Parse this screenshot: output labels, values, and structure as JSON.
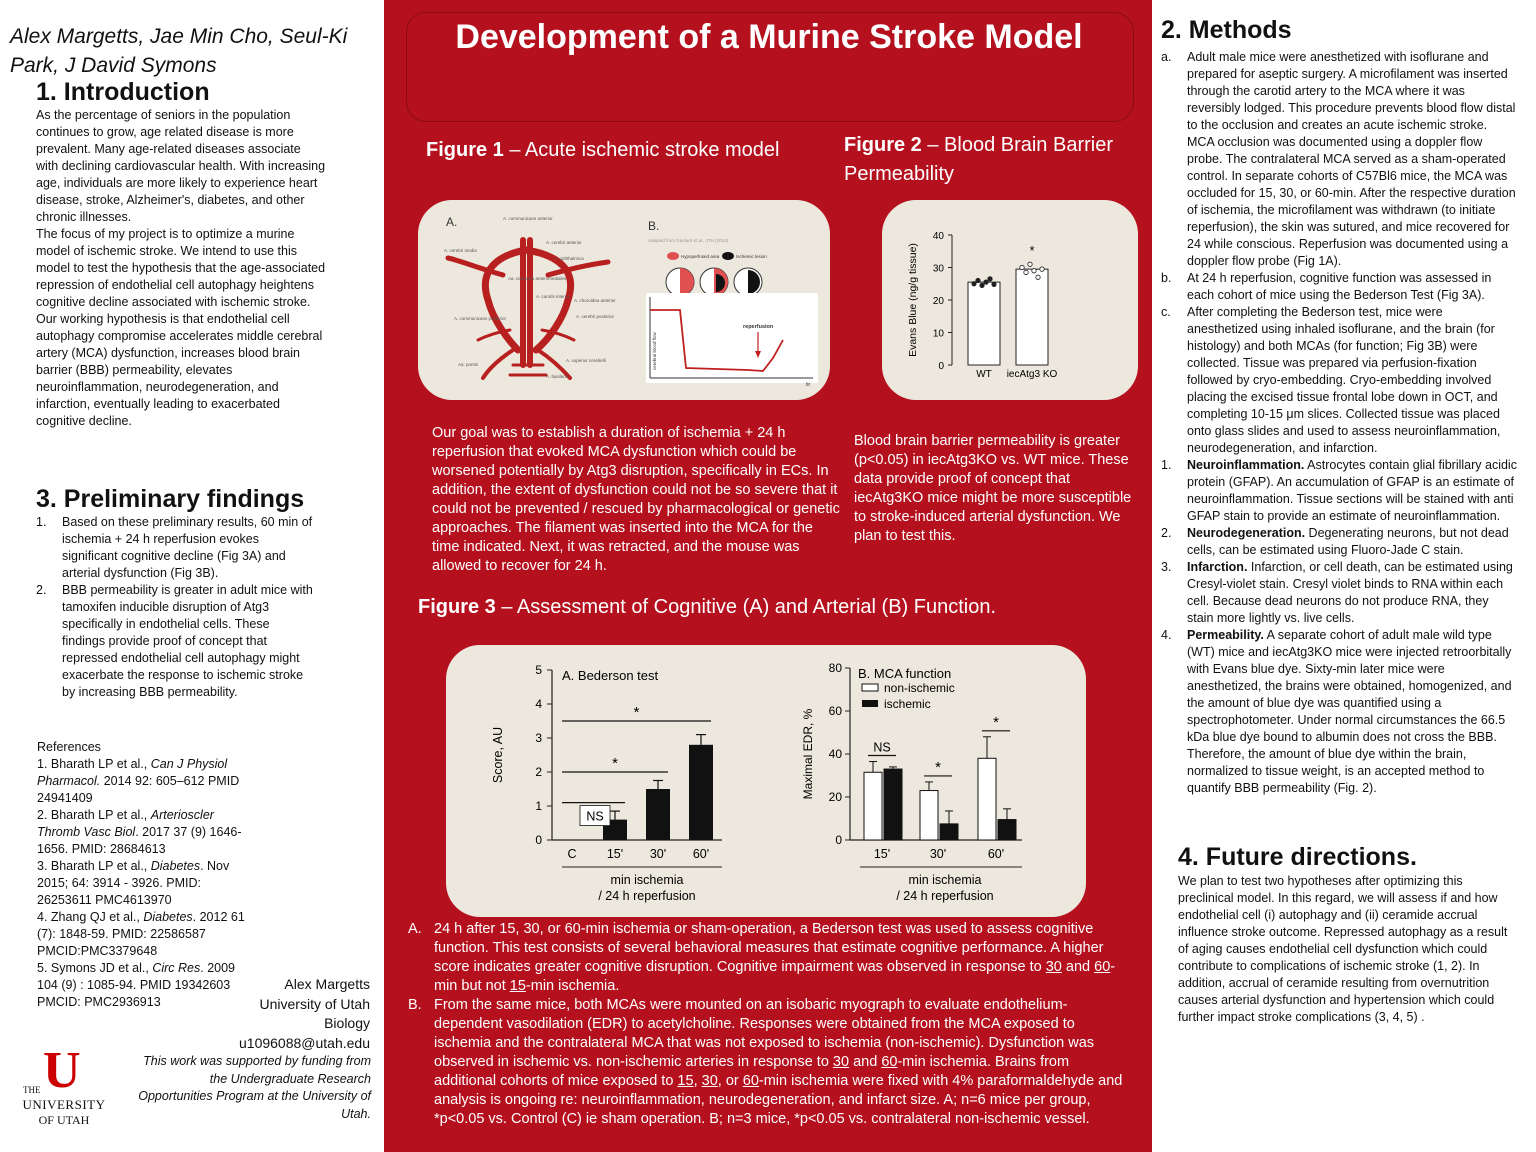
{
  "left": {
    "authors": "Alex Margetts, Jae Min Cho, Seul-Ki Park, J David Symons",
    "intro_heading": "1. Introduction",
    "intro_p1": "As the percentage of seniors in the population continues to grow, age related disease is more prevalent. Many age-related diseases associate with declining cardiovascular health. With increasing age, individuals are more likely to experience heart disease, stroke, Alzheimer's, diabetes, and other chronic illnesses.",
    "intro_p2": "The focus of my project is to optimize a murine model of ischemic stroke. We intend to use this model to test the hypothesis that the age-associated repression of endothelial cell autophagy heightens cognitive decline associated with ischemic stroke. Our working hypothesis is that endothelial cell autophagy compromise accelerates middle cerebral artery (MCA) dysfunction, increases blood brain barrier (BBB) permeability, elevates neuroinflammation, neurodegeneration, and infarction, eventually leading to exacerbated cognitive decline.",
    "prelim_heading": "3. Preliminary findings",
    "prelim_items": [
      {
        "marker": "1.",
        "text": "Based on these preliminary results,  60 min of ischemia + 24 h reperfusion evokes significant cognitive decline (Fig 3A) and arterial dysfunction (Fig 3B)."
      },
      {
        "marker": "2.",
        "text": "BBB permeability is greater in adult mice with tamoxifen inducible disruption of Atg3 specifically in endothelial cells. These findings provide proof of concept that repressed endothelial cell autophagy might exacerbate the response to ischemic stroke by increasing BBB permeability."
      }
    ],
    "refs_heading": "References",
    "refs": [
      {
        "pre": "1. Bharath LP et al., ",
        "it": "Can J Physiol Pharmacol.",
        "post": " 2014 92:  605–612 PMID 24941409"
      },
      {
        "pre": "2. Bharath LP et al., ",
        "it": "Arterioscler Thromb Vasc Biol",
        "post": ". 2017 37 (9) 1646-1656. PMID: 28684613"
      },
      {
        "pre": "3. Bharath LP et al., ",
        "it": "Diabetes",
        "post": ".  Nov 2015; 64: 3914 - 3926. PMID: 26253611 PMC4613970"
      },
      {
        "pre": "4. Zhang QJ et al., ",
        "it": "Diabetes",
        "post": ". 2012 61 (7): 1848-59. PMID: 22586587 PMCID:PMC3379648"
      },
      {
        "pre": "5. Symons JD et al., ",
        "it": "Circ Res",
        "post": ". 2009 104 (9) : 1085-94. PMID 19342603 PMCID: PMC2936913"
      }
    ],
    "contact": [
      "Alex Margetts",
      "University of Utah",
      "Biology",
      "u1096088@utah.edu"
    ],
    "funding": "This work was supported by funding from the Undergraduate Research Opportunities Program at the University of Utah.",
    "logo": {
      "letter": "U",
      "line1": "THE",
      "line2": "UNIVERSITY",
      "line3": "OF UTAH",
      "color": "#cc0000"
    }
  },
  "center": {
    "title": "Development of a Murine Stroke Model",
    "fig1_bold": "Figure 1",
    "fig1_rest": " – Acute ischemic stroke model",
    "fig2_bold": "Figure 2",
    "fig2_rest": " – Blood Brain Barrier Permeability",
    "fig1_panelA": "A.",
    "fig1_panelB": "B.",
    "fig1_adapted": "Adapted from Gaulard et al., JTH (2014)",
    "fig1_legend1": "Hypoperfused area",
    "fig1_legend2": "Ischemic lesion",
    "fig1_reperfusion": "reperfusion",
    "fig1_yaxis": "cerebral blood flow",
    "fig1_xaxis": "tir",
    "fig1_anatomy": [
      "A. communicans anterior",
      "A. cerebri media",
      "A. cerebri anterior",
      "A. ophthalmica",
      "Aa. centrales anteromediales",
      "A. carotis interna",
      "A. choroidea anterior",
      "A. communicans posterior",
      "A. cerebri posterior",
      "Aa. pontis",
      "A. superior cerebelli",
      "A. basilaris"
    ],
    "fig1_text": "Our goal was to establish a duration of ischemia + 24 h reperfusion that evoked MCA dysfunction which could be worsened potentially by Atg3 disruption, specifically in ECs. In addition, the extent of dysfunction could not be so severe that it could not be prevented / rescued by pharmacological or genetic approaches. The filament was inserted into the MCA for the time indicated. Next, it was retracted, and the mouse was allowed to recover for 24 h.",
    "fig2_text": "Blood brain barrier permeability is greater (p<0.05) in iecAtg3KO vs. WT mice. These data provide proof of concept that iecAtg3KO mice might be more susceptible to stroke-induced arterial dysfunction. We plan to test this.",
    "fig3_bold": "Figure 3",
    "fig3_rest": " – Assessment of Cognitive (A) and Arterial (B) Function.",
    "fig3_textA": {
      "marker": "A.",
      "parts": [
        {
          "t": "24 h after 15, 30, or 60-min ischemia or sham-operation, a Bederson test was used to assess cognitive function. This test consists of several  behavioral measures that estimate cognitive performance. A higher score indicates greater cognitive disruption. Cognitive impairment was observed in response to ",
          "u": false
        },
        {
          "t": "30",
          "u": true
        },
        {
          "t": " and ",
          "u": false
        },
        {
          "t": "60",
          "u": true
        },
        {
          "t": "-min but not ",
          "u": false
        },
        {
          "t": "15",
          "u": true
        },
        {
          "t": "-min ischemia.",
          "u": false
        }
      ]
    },
    "fig3_textB": {
      "marker": "B.",
      "parts": [
        {
          "t": "From the same mice, both MCAs were mounted on an isobaric myograph to evaluate endothelium-dependent vasodilation (EDR) to acetylcholine. Responses were obtained from the MCA exposed to ischemia and the contralateral MCA that was not exposed to ischemia (non-ischemic). Dysfunction was observed in ischemic vs. non-ischemic arteries in response to ",
          "u": false
        },
        {
          "t": "30",
          "u": true
        },
        {
          "t": " and ",
          "u": false
        },
        {
          "t": "60",
          "u": true
        },
        {
          "t": "-min ischemia. Brains from additional cohorts of mice exposed to ",
          "u": false
        },
        {
          "t": "15",
          "u": true
        },
        {
          "t": ", ",
          "u": false
        },
        {
          "t": "30",
          "u": true
        },
        {
          "t": ", or ",
          "u": false
        },
        {
          "t": "60",
          "u": true
        },
        {
          "t": "-min ischemia were fixed with 4% paraformaldehyde and analysis is ongoing re: neuroinflammation, neurodegeneration, and infarct size. A; n=6 mice per group, *p<0.05 vs. Control (C) ie sham operation. B; n=3 mice, *p<0.05 vs. contralateral non-ischemic vessel.",
          "u": false
        }
      ]
    }
  },
  "right": {
    "methods_heading": "2. Methods",
    "methods_items": [
      {
        "marker": "a.",
        "bold": "",
        "text": "Adult male mice were anesthetized with isoflurane and prepared for aseptic surgery. A microfilament was inserted through the carotid artery to the MCA where it was reversibly lodged. This procedure prevents blood flow distal to the occlusion and creates an acute ischemic stroke. MCA occlusion was documented using a doppler flow probe. The contralateral MCA served as a sham-operated control. In separate cohorts of C57Bl6 mice, the MCA was occluded for 15, 30, or 60-min. After the respective duration of ischemia, the microfilament was withdrawn (to initiate reperfusion), the skin was sutured, and mice recovered for 24 while conscious. Reperfusion was documented using a doppler flow probe (Fig 1A)."
      },
      {
        "marker": "b.",
        "bold": "",
        "text": "At 24 h reperfusion, cognitive function was assessed in each cohort of mice using the Bederson Test (Fig 3A)."
      },
      {
        "marker": "c.",
        "bold": "",
        "text": "After completing the Bederson test, mice were anesthetized using inhaled isoflurane, and the brain (for histology) and both MCAs (for function; Fig 3B) were collected. Tissue was prepared via perfusion-fixation followed by cryo-embedding. Cryo-embedding involved placing the excised tissue frontal lobe down in OCT, and completing 10-15 μm slices. Collected tissue was placed onto glass slides and used to assess neuroinflammation, neurodegeneration, and infarction."
      },
      {
        "marker": "1.",
        "bold": "Neuroinflammation.",
        "text": " Astrocytes contain glial fibrillary acidic protein (GFAP). An accumulation of GFAP is an estimate of neuroinflammation. Tissue sections will be stained with anti GFAP stain to provide an estimate of neuroinflammation."
      },
      {
        "marker": "2.",
        "bold": "Neurodegeneration.",
        "text": " Degenerating neurons, but not dead cells, can be estimated using Fluoro-Jade C stain."
      },
      {
        "marker": "3.",
        "bold": "Infarction.",
        "text": "  Infarction, or cell death, can be estimated using Cresyl-violet stain. Cresyl violet binds to RNA within each cell. Because dead neurons do not produce RNA, they stain more lightly vs. live cells."
      },
      {
        "marker": "4.",
        "bold": "Permeability.",
        "text": " A separate cohort of adult male wild type (WT) mice and iecAtg3KO mice were injected retroorbitally with Evans blue dye. Sixty-min later mice were anesthetized, the brains were obtained, homogenized, and the amount of blue dye was quantified using a spectrophotometer. Under normal circumstances the 66.5 kDa blue dye bound to albumin does not cross the BBB. Therefore, the amount of blue dye within the brain, normalized to tissue weight, is an accepted method to quantify BBB permeability (Fig. 2)."
      }
    ],
    "future_heading": "4. Future directions.",
    "future_text": "We plan to test two hypotheses after optimizing this preclinical model. In this regard, we will assess if and how endothelial cell (i) autophagy and (ii) ceramide accrual influence stroke outcome. Repressed autophagy as a result of aging causes endothelial cell dysfunction which could contribute to complications of ischemic stroke (1, 2). In addition, accrual of ceramide resulting from overnutrition causes arterial dysfunction and hypertension which could further impact stroke complications (3, 4, 5) ."
  },
  "chart_data": [
    {
      "type": "bar",
      "id": "fig2",
      "ylabel": "Evans Blue (ng/g tissue)",
      "ylim": [
        0,
        40
      ],
      "yticks": [
        0,
        10,
        20,
        30,
        40
      ],
      "categories": [
        "WT",
        "iecAtg3 KO"
      ],
      "values": [
        25.5,
        29.5
      ],
      "points": [
        [
          25,
          26,
          24.5,
          25.5,
          26.5,
          24.8
        ],
        [
          30,
          28.5,
          31,
          29,
          27,
          29.5
        ]
      ],
      "annotations": [
        {
          "category": "iecAtg3 KO",
          "text": "*"
        }
      ]
    },
    {
      "type": "bar",
      "id": "fig3a",
      "title": "A. Bederson test",
      "ylabel": "Score, AU",
      "xlabel": "min ischemia / 24 h reperfusion",
      "xlabel_lines": [
        "min ischemia",
        "/ 24 h reperfusion"
      ],
      "ylim": [
        0,
        5
      ],
      "yticks": [
        0,
        1,
        2,
        3,
        4,
        5
      ],
      "categories": [
        "C",
        "15'",
        "30'",
        "60'"
      ],
      "values": [
        0,
        0.6,
        1.5,
        2.8
      ],
      "errors": [
        0,
        0.25,
        0.25,
        0.3
      ],
      "comparisons": [
        {
          "from": 0,
          "to": 1,
          "text": "NS",
          "y": 1.1
        },
        {
          "from": 0,
          "to": 2,
          "text": "*",
          "y": 2.0
        },
        {
          "from": 0,
          "to": 3,
          "text": "*",
          "y": 3.5
        }
      ]
    },
    {
      "type": "bar",
      "id": "fig3b",
      "title": "B. MCA function",
      "ylabel": "Maximal EDR, %",
      "xlabel": "min ischemia / 24 h reperfusion",
      "xlabel_lines": [
        "min ischemia",
        "/ 24 h reperfusion"
      ],
      "ylim": [
        0,
        80
      ],
      "yticks": [
        0,
        20,
        40,
        60,
        80
      ],
      "categories": [
        "15'",
        "30'",
        "60'"
      ],
      "series": [
        {
          "name": "non-ischemic",
          "values": [
            31.5,
            23,
            38
          ],
          "errors": [
            5,
            4,
            10
          ]
        },
        {
          "name": "ischemic",
          "values": [
            33,
            7.5,
            9.5
          ],
          "errors": [
            1,
            6,
            5
          ]
        }
      ],
      "annotations": [
        {
          "category": 0,
          "text": "NS"
        },
        {
          "category": 1,
          "text": "*"
        },
        {
          "category": 2,
          "text": "*"
        }
      ]
    }
  ]
}
